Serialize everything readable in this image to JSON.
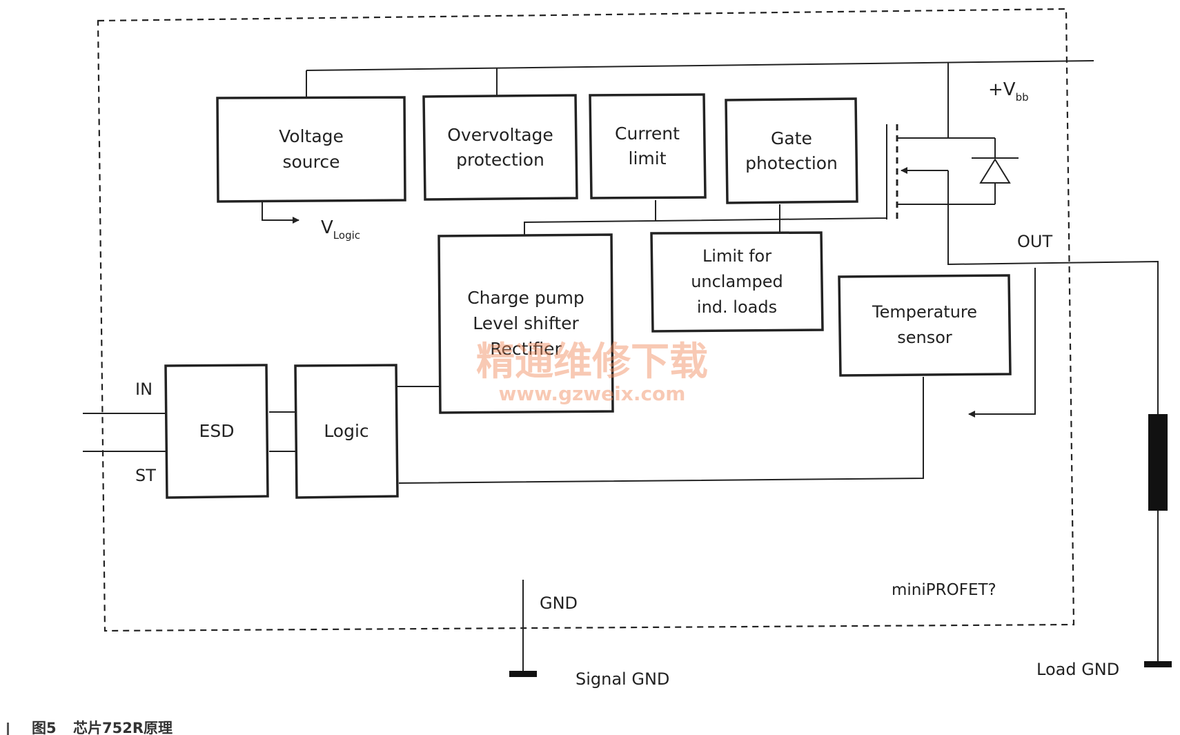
{
  "blocks": {
    "voltage_source": [
      "Voltage",
      "source"
    ],
    "overvoltage": [
      "Overvoltage",
      "protection"
    ],
    "current_limit": [
      "Current",
      "limit"
    ],
    "gate_protection": [
      "Gate",
      "photection"
    ],
    "charge_pump": [
      "Charge pump",
      "Level shifter",
      "Rectifier"
    ],
    "limit_unclamped": [
      "Limit for",
      "unclamped",
      "ind. loads"
    ],
    "temperature_sensor": [
      "Temperature",
      "sensor"
    ],
    "esd": "ESD",
    "logic": "Logic"
  },
  "labels": {
    "vbb_main": "+V",
    "vbb_sub": "bb",
    "vlogic_main": "V",
    "vlogic_sub": "Logic",
    "out": "OUT",
    "in": "IN",
    "st": "ST",
    "gnd": "GND",
    "signal_gnd": "Signal GND",
    "load_gnd": "Load GND",
    "chip_name": "miniPROFET?"
  },
  "watermark": {
    "cn": "精通维修下载",
    "url": "www.gzweix.com"
  },
  "caption": {
    "figure": "图5",
    "text": "芯片752R原理"
  }
}
